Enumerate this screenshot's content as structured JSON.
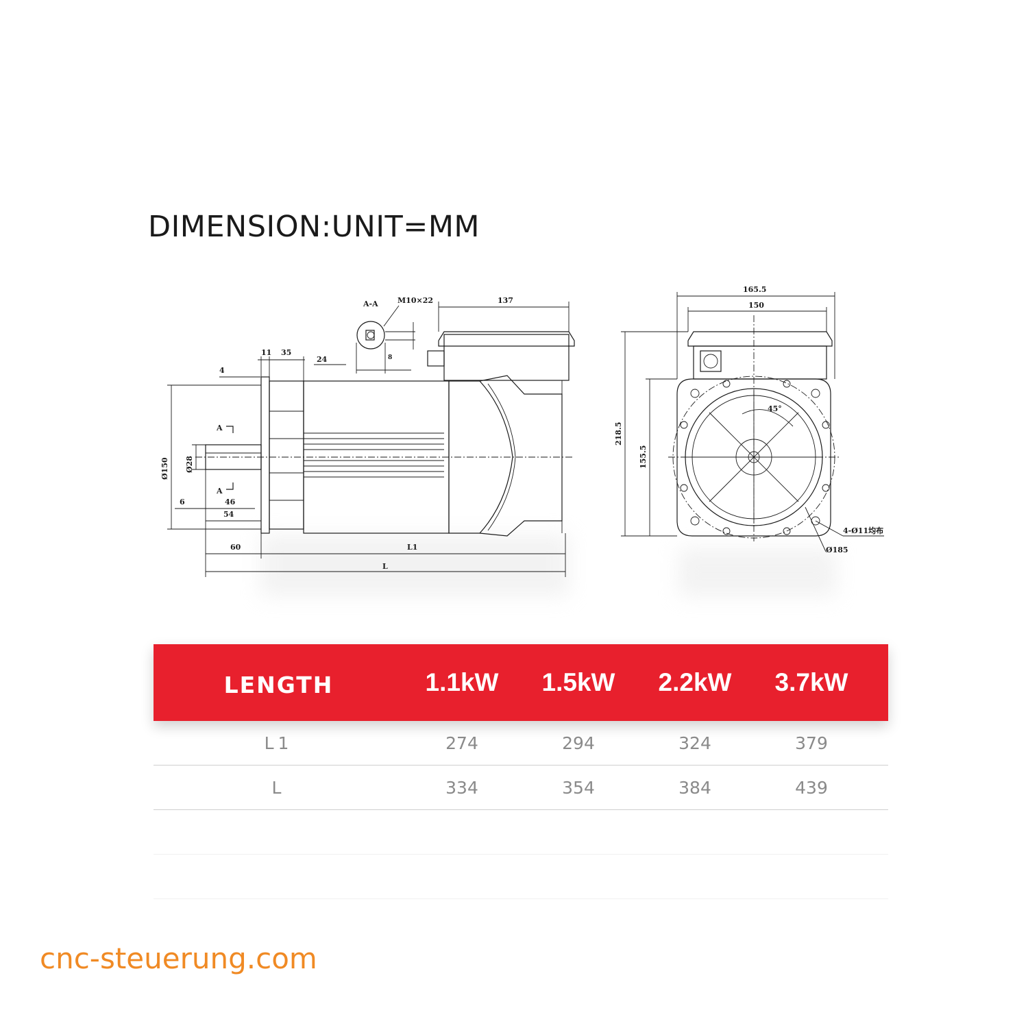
{
  "header": {
    "title": "DIMENSION:UNIT=MM"
  },
  "drawing": {
    "side_view": {
      "dims": {
        "d137": "137",
        "d11": "11",
        "d35": "35",
        "d24": "24",
        "d4": "4",
        "dM10": "M10×22",
        "dAA": "A-A",
        "d8": "8",
        "dA": "A",
        "d150": "Ø150",
        "d28": "Ø28",
        "d6": "6",
        "d46": "46",
        "d54": "54",
        "d60": "60",
        "dL1": "L1",
        "dL": "L"
      }
    },
    "front_view": {
      "dims": {
        "d165": "165.5",
        "d150": "150",
        "d218": "218.5",
        "d155": "155.5",
        "d45": "45°",
        "d4holes": "4-Ø11均布",
        "d185": "Ø185"
      }
    }
  },
  "table": {
    "header": [
      "LENGTH",
      "1.1kW",
      "1.5kW",
      "2.2kW",
      "3.7kW"
    ],
    "rows": [
      [
        "L1",
        "274",
        "294",
        "324",
        "379"
      ],
      [
        "L",
        "334",
        "354",
        "384",
        "439"
      ]
    ]
  },
  "footer": {
    "watermark": "cnc-steuerung.com"
  },
  "colors": {
    "header_bg": "#e8202d",
    "watermark": "#f08a24",
    "ink": "#1a1a1a",
    "table_text": "#8a8a8a"
  }
}
